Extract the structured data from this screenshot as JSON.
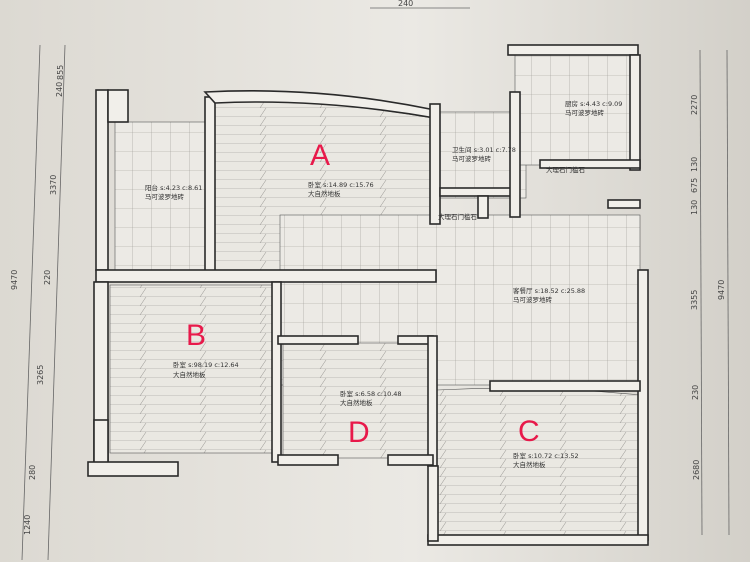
{
  "rooms": {
    "balcony": {
      "name": "阳台 s:4.23 c:8.61",
      "floor": "马可波罗地砖"
    },
    "bedroom_a": {
      "letter": "A",
      "name": "卧室 s:14.89 c:15.76",
      "floor": "大自然地板"
    },
    "bathroom": {
      "name": "卫生间 s:3.01 c:7.78",
      "floor": "马可波罗地砖"
    },
    "kitchen": {
      "name": "厨房 s:4.43 c:9.09",
      "floor": "马可波罗地砖"
    },
    "living": {
      "name": "客餐厅 s:18.52 c:25.88",
      "floor": "马可波罗地砖"
    },
    "bedroom_b": {
      "letter": "B",
      "name": "卧室 s:98.19 c:12.64",
      "floor": "大自然地板"
    },
    "bedroom_d": {
      "letter": "D",
      "name": "卧室 s:6.58 c:10.48",
      "floor": "大自然地板"
    },
    "bedroom_c": {
      "letter": "C",
      "name": "卧室 s:10.72 c:13.52",
      "floor": "大自然地板"
    }
  },
  "thresholds": [
    "大理石门槛石",
    "大理石门槛石"
  ],
  "dimensions": {
    "top": "240",
    "left_outer": "9470",
    "left_inner": [
      "855",
      "240",
      "3370",
      "220",
      "3265",
      "280",
      "1240"
    ],
    "right_inner": [
      "2270",
      "130",
      "675",
      "130",
      "3355",
      "230",
      "2680"
    ],
    "right_outer": "9470"
  },
  "colors": {
    "letter": "#e8194a",
    "paper": "#e9e7e1"
  }
}
